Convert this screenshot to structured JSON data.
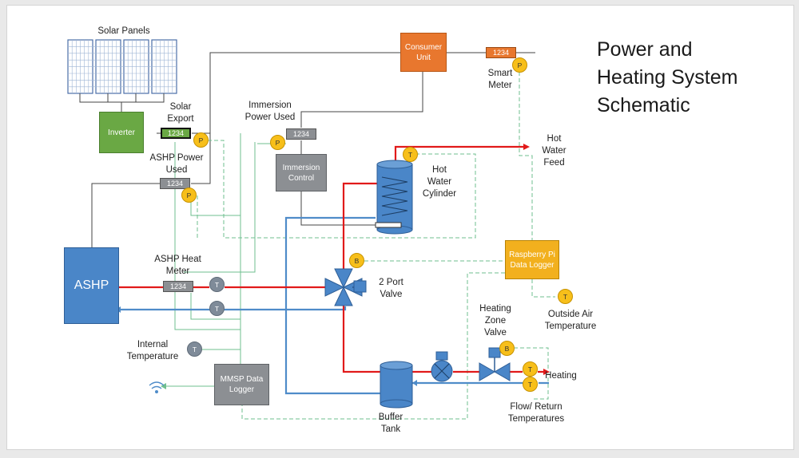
{
  "title": "Power and\nHeating System\nSchematic",
  "colors": {
    "flow": "#e11a1a",
    "return": "#4f8cc9",
    "comms": "#6fbf8f",
    "power": "#333333",
    "ashp": "#4a86c8",
    "consumer": "#e8772e",
    "inverter": "#6aa844",
    "logger": "#f2b01e",
    "grey_box": "#8c8f93"
  },
  "labels": {
    "solar_panels": "Solar Panels",
    "solar_export": "Solar\nExport",
    "ashp_power_used": "ASHP Power\nUsed",
    "immersion_power_used": "Immersion\nPower Used",
    "smart_meter": "Smart\nMeter",
    "hot_water_feed": "Hot\nWater\nFeed",
    "hot_water_cylinder": "Hot\nWater\nCylinder",
    "ashp_heat_meter": "ASHP Heat\nMeter",
    "two_port_valve": "2 Port\nValve",
    "outside_air_temperature": "Outside Air\nTemperature",
    "heating_zone_valve": "Heating\nZone\nValve",
    "internal_temperature": "Internal\nTemperature",
    "heating": "Heating",
    "flow_return_temperatures": "Flow/ Return\nTemperatures",
    "buffer_tank": "Buffer\nTank"
  },
  "boxes": {
    "consumer_unit": "Consumer\nUnit",
    "inverter": "Inverter",
    "immersion_control": "Immersion\nControl",
    "ashp": "ASHP",
    "raspberry_pi": "Raspberry Pi\nData Logger",
    "mmsp": "MMSP Data\nLogger"
  },
  "meters": {
    "solar_export": "1234",
    "smart_meter": "1234",
    "immersion": "1234",
    "ashp_power": "1234",
    "heat_meter": "1234"
  },
  "sensors": {
    "p": "P",
    "t": "T",
    "b": "B"
  }
}
